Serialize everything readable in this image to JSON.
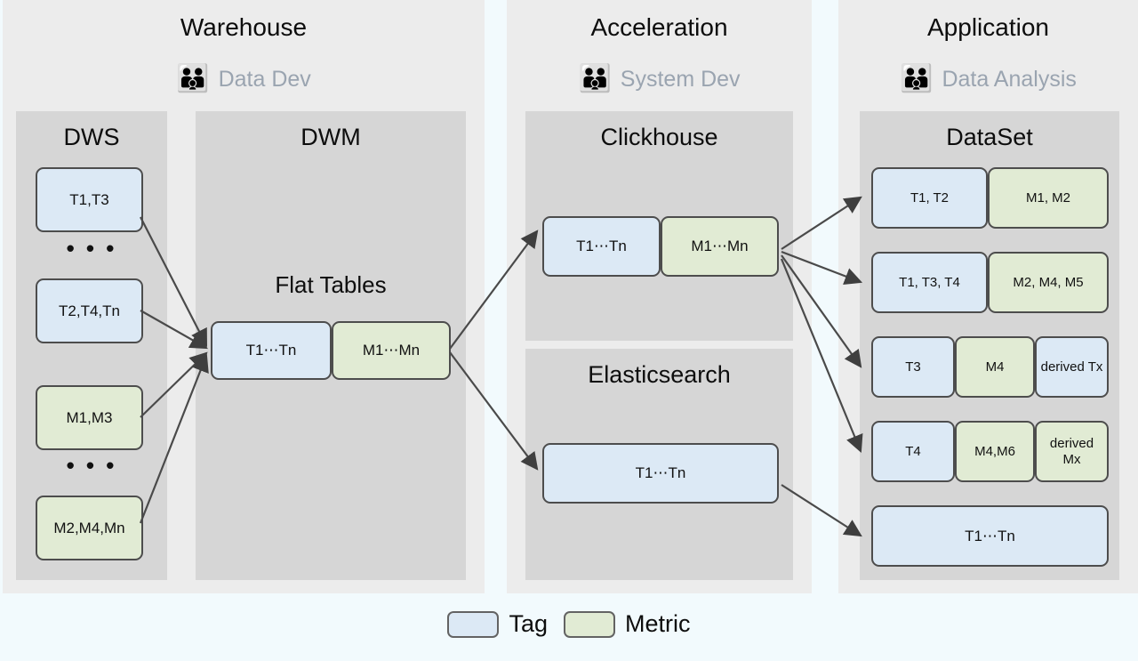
{
  "legend": {
    "items": [
      {
        "label": "Tag",
        "color": "#dce9f5"
      },
      {
        "label": "Metric",
        "color": "#e1ebd4"
      }
    ]
  },
  "colors": {
    "tag": "#dce9f5",
    "metric": "#e1ebd4",
    "panel_bg": "#ececec",
    "group_bg": "#d6d6d6",
    "page_bg": "#f2fafd",
    "node_border": "#4d4d4d",
    "arrow": "#494949",
    "role_text": "#9aa4b0"
  },
  "panels": [
    {
      "title": "Warehouse",
      "role": {
        "label": "Data Dev",
        "icon": "people-group-icon",
        "emoji": "👪"
      },
      "groups": [
        {
          "title": "DWS",
          "nodes": [
            {
              "text": "T1,T3",
              "kind": "tag"
            },
            {
              "text": "T2,T4,Tn",
              "kind": "tag"
            },
            {
              "text": "M1,M3",
              "kind": "metric"
            },
            {
              "text": "M2,M4,Mn",
              "kind": "metric"
            }
          ],
          "separators": [
            "• • •",
            "• • •"
          ]
        },
        {
          "title": "DWM",
          "subtitle": "Flat Tables",
          "nodes": [
            {
              "text": "T1⋯Tn",
              "kind": "tag"
            },
            {
              "text": "M1⋯Mn",
              "kind": "metric"
            }
          ]
        }
      ]
    },
    {
      "title": "Acceleration",
      "role": {
        "label": "System Dev",
        "icon": "people-group-icon",
        "emoji": "👪"
      },
      "groups": [
        {
          "title": "Clickhouse",
          "nodes": [
            {
              "text": "T1⋯Tn",
              "kind": "tag"
            },
            {
              "text": "M1⋯Mn",
              "kind": "metric"
            }
          ]
        },
        {
          "title": "Elasticsearch",
          "nodes": [
            {
              "text": "T1⋯Tn",
              "kind": "tag"
            }
          ]
        }
      ]
    },
    {
      "title": "Application",
      "role": {
        "label": "Data Analysis",
        "icon": "people-group-icon",
        "emoji": "👪"
      },
      "groups": [
        {
          "title": "DataSet",
          "rows": [
            [
              {
                "text": "T1, T2",
                "kind": "tag"
              },
              {
                "text": "M1, M2",
                "kind": "metric"
              }
            ],
            [
              {
                "text": "T1, T3, T4",
                "kind": "tag"
              },
              {
                "text": "M2, M4, M5",
                "kind": "metric"
              }
            ],
            [
              {
                "text": "T3",
                "kind": "tag"
              },
              {
                "text": "M4",
                "kind": "metric"
              },
              {
                "text": "derived Tx",
                "kind": "tag"
              }
            ],
            [
              {
                "text": "T4",
                "kind": "tag"
              },
              {
                "text": "M4,M6",
                "kind": "metric"
              },
              {
                "text": "derived Mx",
                "kind": "metric"
              }
            ],
            [
              {
                "text": "T1⋯Tn",
                "kind": "tag"
              }
            ]
          ]
        }
      ]
    }
  ],
  "nodes": {
    "dws_t1t3": "T1,T3",
    "dws_t2t4tn": "T2,T4,Tn",
    "dws_m1m3": "M1,M3",
    "dws_m2m4mn": "M2,M4,Mn",
    "dws_dots_1": "• • •",
    "dws_dots_2": "• • •",
    "flat_tags": "T1⋯Tn",
    "flat_metrics": "M1⋯Mn",
    "ch_tags": "T1⋯Tn",
    "ch_metrics": "M1⋯Mn",
    "es_tags": "T1⋯Tn",
    "ds_r1c1": "T1, T2",
    "ds_r1c2": "M1, M2",
    "ds_r2c1": "T1, T3, T4",
    "ds_r2c2": "M2, M4, M5",
    "ds_r3c1": "T3",
    "ds_r3c2": "M4",
    "ds_r3c3": "derived Tx",
    "ds_r4c1": "T4",
    "ds_r4c2": "M4,M6",
    "ds_r4c3": "derived Mx",
    "ds_r5c1": "T1⋯Tn"
  },
  "titles": {
    "warehouse": "Warehouse",
    "acceleration": "Acceleration",
    "application": "Application",
    "dws": "DWS",
    "dwm": "DWM",
    "flat_tables": "Flat Tables",
    "clickhouse": "Clickhouse",
    "elasticsearch": "Elasticsearch",
    "dataset": "DataSet"
  },
  "roles": {
    "data_dev": "Data Dev",
    "system_dev": "System Dev",
    "data_analysis": "Data Analysis",
    "emoji": "👪"
  }
}
